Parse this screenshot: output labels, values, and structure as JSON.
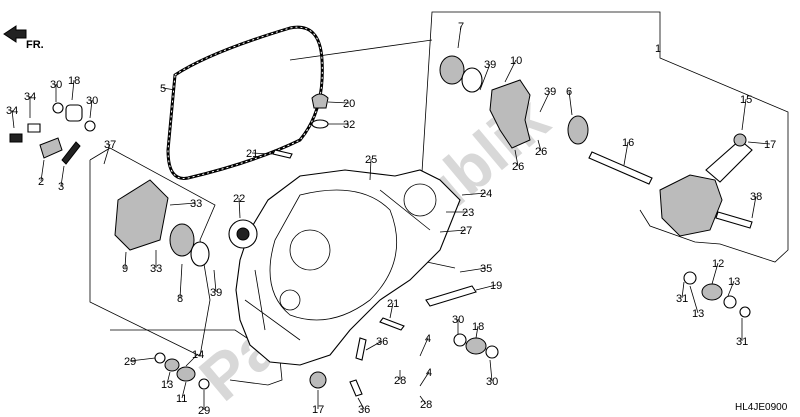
{
  "diagram": {
    "direction_label": "FR.",
    "drawing_code": "HL4JE0900",
    "watermark": "PartsRepublik",
    "callouts": [
      {
        "id": "c7",
        "text": "7"
      },
      {
        "id": "c10",
        "text": "10"
      },
      {
        "id": "c39a",
        "text": "39"
      },
      {
        "id": "c1",
        "text": "1"
      },
      {
        "id": "c5",
        "text": "5"
      },
      {
        "id": "c30a",
        "text": "30"
      },
      {
        "id": "c18a",
        "text": "18"
      },
      {
        "id": "c30b",
        "text": "30"
      },
      {
        "id": "c34",
        "text": "34"
      },
      {
        "id": "c34b",
        "text": "34"
      },
      {
        "id": "c20",
        "text": "20"
      },
      {
        "id": "c32",
        "text": "32"
      },
      {
        "id": "c39b",
        "text": "39"
      },
      {
        "id": "c6",
        "text": "6"
      },
      {
        "id": "c15",
        "text": "15"
      },
      {
        "id": "c17a",
        "text": "17"
      },
      {
        "id": "c21a",
        "text": "21"
      },
      {
        "id": "c37",
        "text": "37"
      },
      {
        "id": "c2",
        "text": "2"
      },
      {
        "id": "c3",
        "text": "3"
      },
      {
        "id": "c16",
        "text": "16"
      },
      {
        "id": "c26a",
        "text": "26"
      },
      {
        "id": "c26b",
        "text": "26"
      },
      {
        "id": "c25",
        "text": "25"
      },
      {
        "id": "c24",
        "text": "24"
      },
      {
        "id": "c22",
        "text": "22"
      },
      {
        "id": "c33a",
        "text": "33"
      },
      {
        "id": "c23",
        "text": "23"
      },
      {
        "id": "c27",
        "text": "27"
      },
      {
        "id": "c38",
        "text": "38"
      },
      {
        "id": "c9",
        "text": "9"
      },
      {
        "id": "c33b",
        "text": "33"
      },
      {
        "id": "c8",
        "text": "8"
      },
      {
        "id": "c39c",
        "text": "39"
      },
      {
        "id": "c35",
        "text": "35"
      },
      {
        "id": "c12",
        "text": "12"
      },
      {
        "id": "c13a",
        "text": "13"
      },
      {
        "id": "c13b",
        "text": "13"
      },
      {
        "id": "c31a",
        "text": "31"
      },
      {
        "id": "c31b",
        "text": "31"
      },
      {
        "id": "c19",
        "text": "19"
      },
      {
        "id": "c21b",
        "text": "21"
      },
      {
        "id": "c30c",
        "text": "30"
      },
      {
        "id": "c18b",
        "text": "18"
      },
      {
        "id": "c4a",
        "text": "4"
      },
      {
        "id": "c4b",
        "text": "4"
      },
      {
        "id": "c36a",
        "text": "36"
      },
      {
        "id": "c36b",
        "text": "36"
      },
      {
        "id": "c28a",
        "text": "28"
      },
      {
        "id": "c28b",
        "text": "28"
      },
      {
        "id": "c30d",
        "text": "30"
      },
      {
        "id": "c14a",
        "text": "14"
      },
      {
        "id": "c29a",
        "text": "29"
      },
      {
        "id": "c13c",
        "text": "13"
      },
      {
        "id": "c11",
        "text": "11"
      },
      {
        "id": "c29b",
        "text": "29"
      },
      {
        "id": "c17b",
        "text": "17"
      }
    ]
  }
}
